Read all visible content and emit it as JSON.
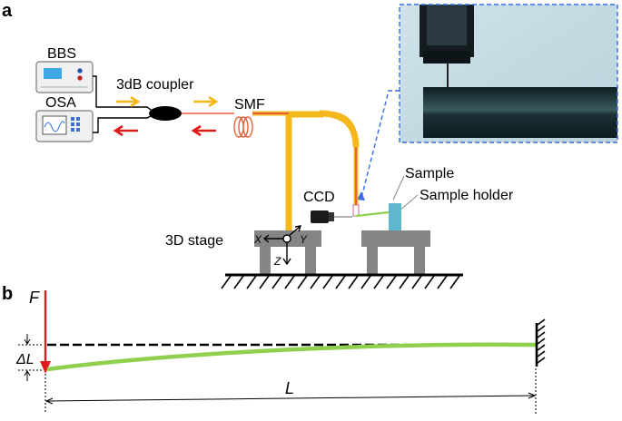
{
  "panels": {
    "a": "a",
    "b": "b"
  },
  "panel_a": {
    "bbs": "BBS",
    "osa": "OSA",
    "coupler": "3dB coupler",
    "smf": "SMF",
    "ccd": "CCD",
    "sample": "Sample",
    "sample_holder": "Sample holder",
    "stage": "3D stage",
    "axis_x": "X",
    "axis_y": "Y",
    "axis_z": "Z"
  },
  "panel_b": {
    "force": "F",
    "deflection": "ΔL",
    "length": "L"
  },
  "colors": {
    "fiber_yellow": "#f5b81c",
    "fiber_orange": "#e8603a",
    "arrow_red": "#e01b1b",
    "arrow_yellow": "#f5b81c",
    "beam_green": "#8fd14f",
    "stage_gray": "#858585",
    "inset_border": "#3a6fd8",
    "holder_blue": "#5fb8d0"
  }
}
